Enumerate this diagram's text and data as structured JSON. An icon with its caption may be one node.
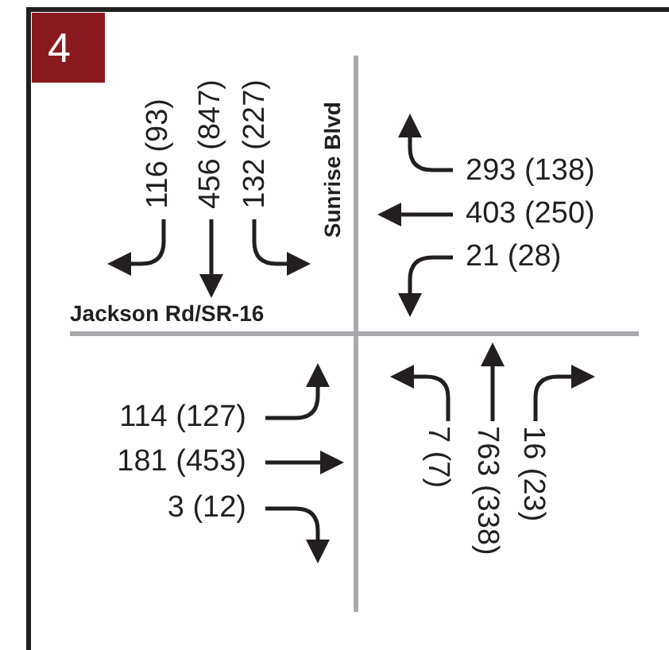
{
  "diagram": {
    "labels": [
      "4",
      "116 (93)",
      "456 (847)",
      "132 (227)",
      "Sunrise Blvd",
      "293 (138)",
      "403 (250)",
      "21 (28)",
      "Jackson Rd/SR-16",
      "114 (127)",
      "181 (453)",
      "3 (12)",
      "7 (7)",
      "763 (338)",
      "16 (23)"
    ]
  }
}
